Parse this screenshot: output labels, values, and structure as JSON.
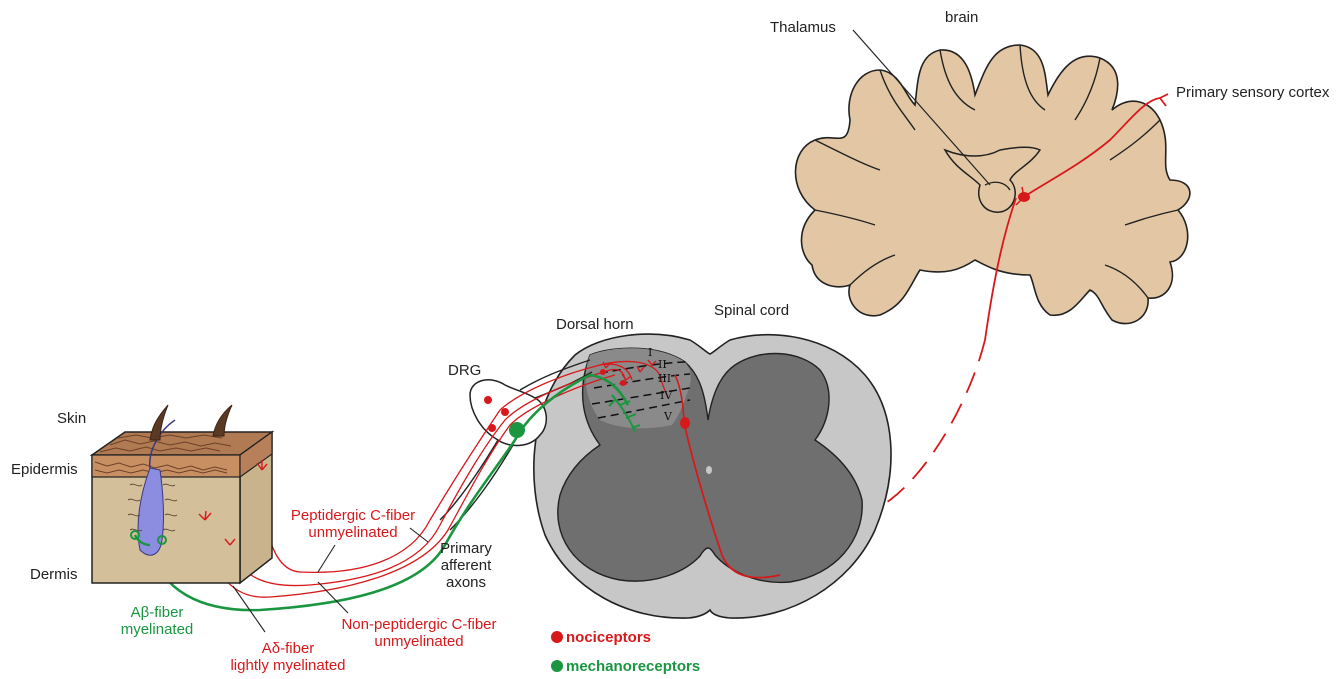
{
  "labels": {
    "thalamus": "Thalamus",
    "brain": "brain",
    "primary_sensory_cortex": "Primary sensory cortex",
    "dorsal_horn": "Dorsal horn",
    "spinal_cord": "Spinal cord",
    "drg": "DRG",
    "skin": "Skin",
    "epidermis": "Epidermis",
    "dermis": "Dermis",
    "peptidergic_line1": "Peptidergic C-fiber",
    "peptidergic_line2": "unmyelinated",
    "primary_afferent_line1": "Primary",
    "primary_afferent_line2": "afferent",
    "primary_afferent_line3": "axons",
    "abeta_line1": "Aβ-fiber",
    "abeta_line2": "myelinated",
    "adelta_line1": "Aδ-fiber",
    "adelta_line2": "lightly myelinated",
    "nonpeptidergic_line1": "Non-peptidergic C-fiber",
    "nonpeptidergic_line2": "unmyelinated"
  },
  "laminae": [
    "I",
    "II",
    "III",
    "IV",
    "V"
  ],
  "legend": {
    "nociceptors": "nociceptors",
    "mechanoreceptors": "mechanoreceptors"
  },
  "colors": {
    "nociceptor_red": "#d7191c",
    "mechanoreceptor_green": "#1a9641",
    "brain_tan": "#e3c7a4",
    "skin_tan": "#d4bf9b",
    "cord_white_matter": "#c7c7c7",
    "cord_grey_matter": "#6f6f6f",
    "hair_follicle_blue": "#8c8ce0"
  }
}
